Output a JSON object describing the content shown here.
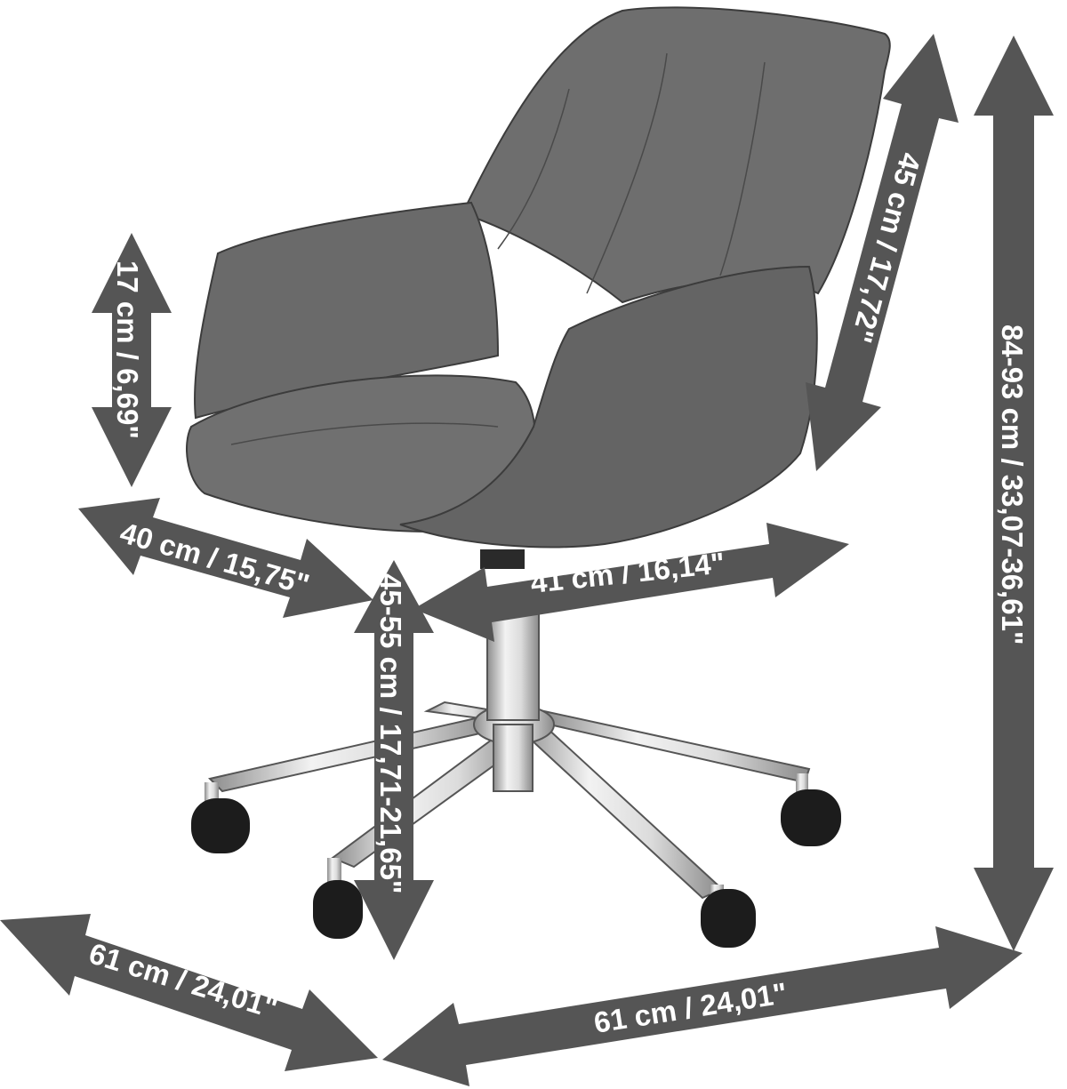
{
  "dimensions": {
    "armrest_height": "17 cm / 6,69\"",
    "backrest_height": "45 cm / 17,72\"",
    "total_height": "84-93 cm / 33,07-36,61\"",
    "seat_depth": "40 cm / 15,75\"",
    "seat_width": "41 cm / 16,14\"",
    "seat_height": "45-55 cm / 17,71-21,65\"",
    "base_depth": "61 cm / 24,01\"",
    "base_width": "61 cm / 24,01\""
  },
  "colors": {
    "arrow": "#555555",
    "arrow_text": "#ffffff",
    "upholstery": "#6b6b6b",
    "chrome": "#c8c8c8",
    "caster": "#1c1c1c"
  }
}
